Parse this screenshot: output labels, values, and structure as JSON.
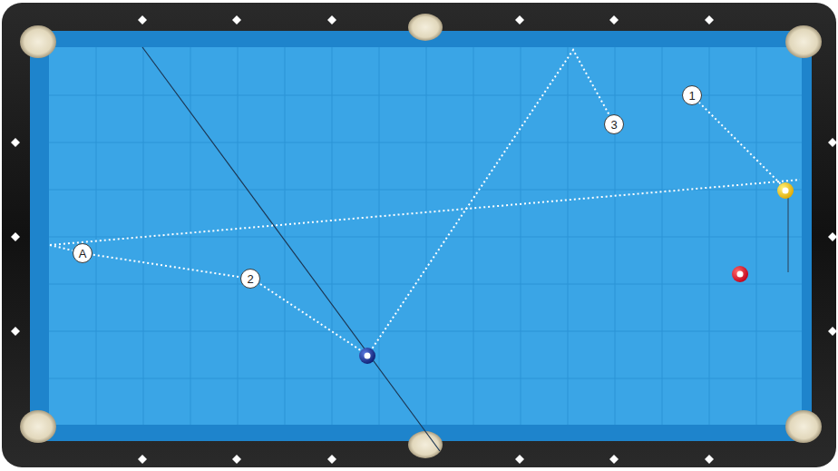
{
  "diagram": {
    "nodes": [
      {
        "text": [
          "1"
        ]
      },
      {
        "text": [
          "3"
        ]
      },
      {
        "text": [
          "A"
        ]
      },
      {
        "text": [
          "2"
        ]
      }
    ],
    "edges": [
      {
        "from": 2,
        "to": 3,
        "arrow": "none"
      }
    ]
  }
}
